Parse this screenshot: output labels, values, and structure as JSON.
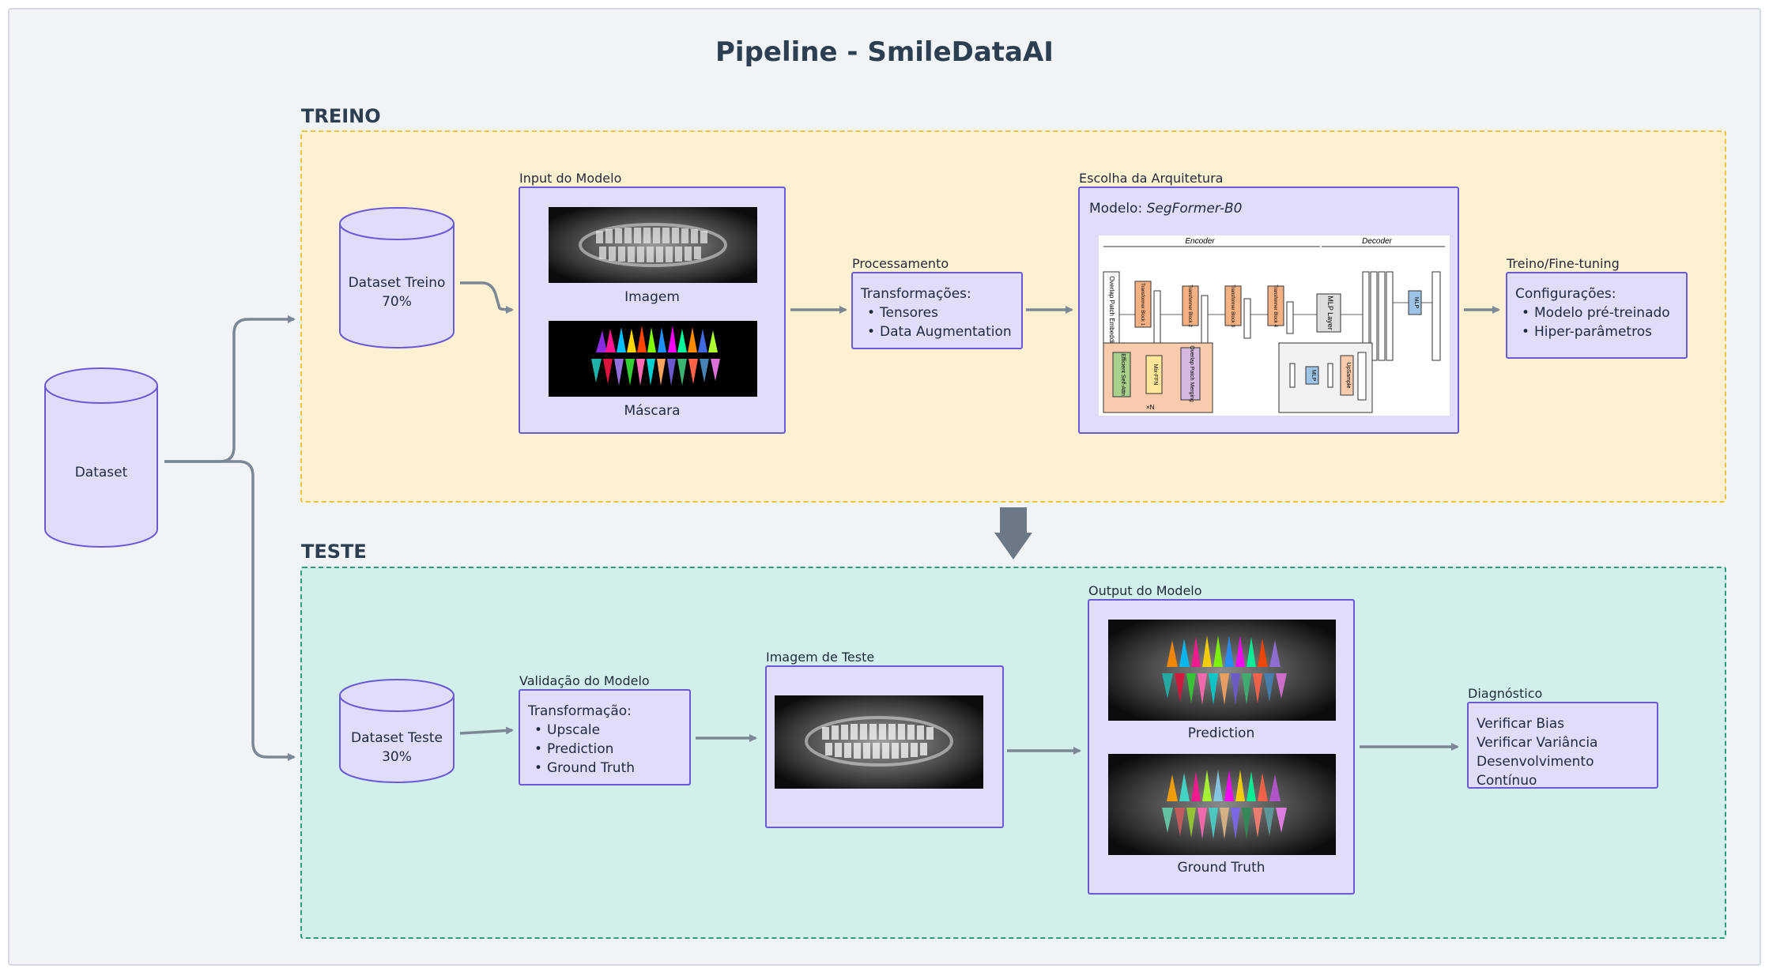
{
  "title": "Pipeline - SmileDataAI",
  "sections": {
    "treino": "TREINO",
    "teste": "TESTE"
  },
  "dataset": {
    "main": "Dataset",
    "treino": {
      "line1": "Dataset Treino",
      "line2": "70%"
    },
    "teste": {
      "line1": "Dataset Teste",
      "line2": "30%"
    }
  },
  "input_modelo": {
    "label": "Input do Modelo",
    "imagem": "Imagem",
    "mascara": "Máscara"
  },
  "processamento": {
    "label": "Processamento",
    "heading": "Transformações:",
    "items": [
      "Tensores",
      "Data Augmentation"
    ]
  },
  "arquitetura": {
    "label": "Escolha da Arquitetura",
    "modelo_prefix": "Modelo: ",
    "modelo_name": "SegFormer-B0",
    "diagram": {
      "encoder": "Encoder",
      "decoder": "Decoder",
      "overlap_patch_embeddings": "Overlap Patch Embeddings",
      "blocks": [
        "Transformer Block 1",
        "Transformer Block 2",
        "Transformer Block 3",
        "Transformer Block 4"
      ],
      "mlp_layer": "MLP Layer",
      "mlp": "MLP",
      "efficient_selfattn": "Efficient Self-Attn",
      "mix_ffn": "Mix-FFN",
      "overlap_patch_merging": "Overlap Patch Merging",
      "xn": "×N",
      "upsample": "UpSample",
      "mlp2": "MLP"
    }
  },
  "treino_finetuning": {
    "label": "Treino/Fine-tuning",
    "heading": "Configurações:",
    "items": [
      "Modelo pré-treinado",
      "Hiper-parâmetros"
    ]
  },
  "validacao": {
    "label": "Validação do Modelo",
    "heading": "Transformação:",
    "items": [
      "Upscale",
      "Prediction",
      "Ground Truth"
    ]
  },
  "imagem_teste": {
    "label": "Imagem de Teste"
  },
  "output_modelo": {
    "label": "Output do Modelo",
    "prediction": "Prediction",
    "ground_truth": "Ground Truth"
  },
  "diagnostico": {
    "label": "Diagnóstico",
    "items": [
      "Verificar Bias",
      "Verificar Variância",
      "Desenvolvimento Contínuo"
    ]
  },
  "colors": {
    "node_fill": "#e0ddfb",
    "node_border": "#6a5ad6",
    "treino_bg": "#fdf1d2",
    "teste_bg": "#d3efeb",
    "arrow": "#7c8795"
  }
}
